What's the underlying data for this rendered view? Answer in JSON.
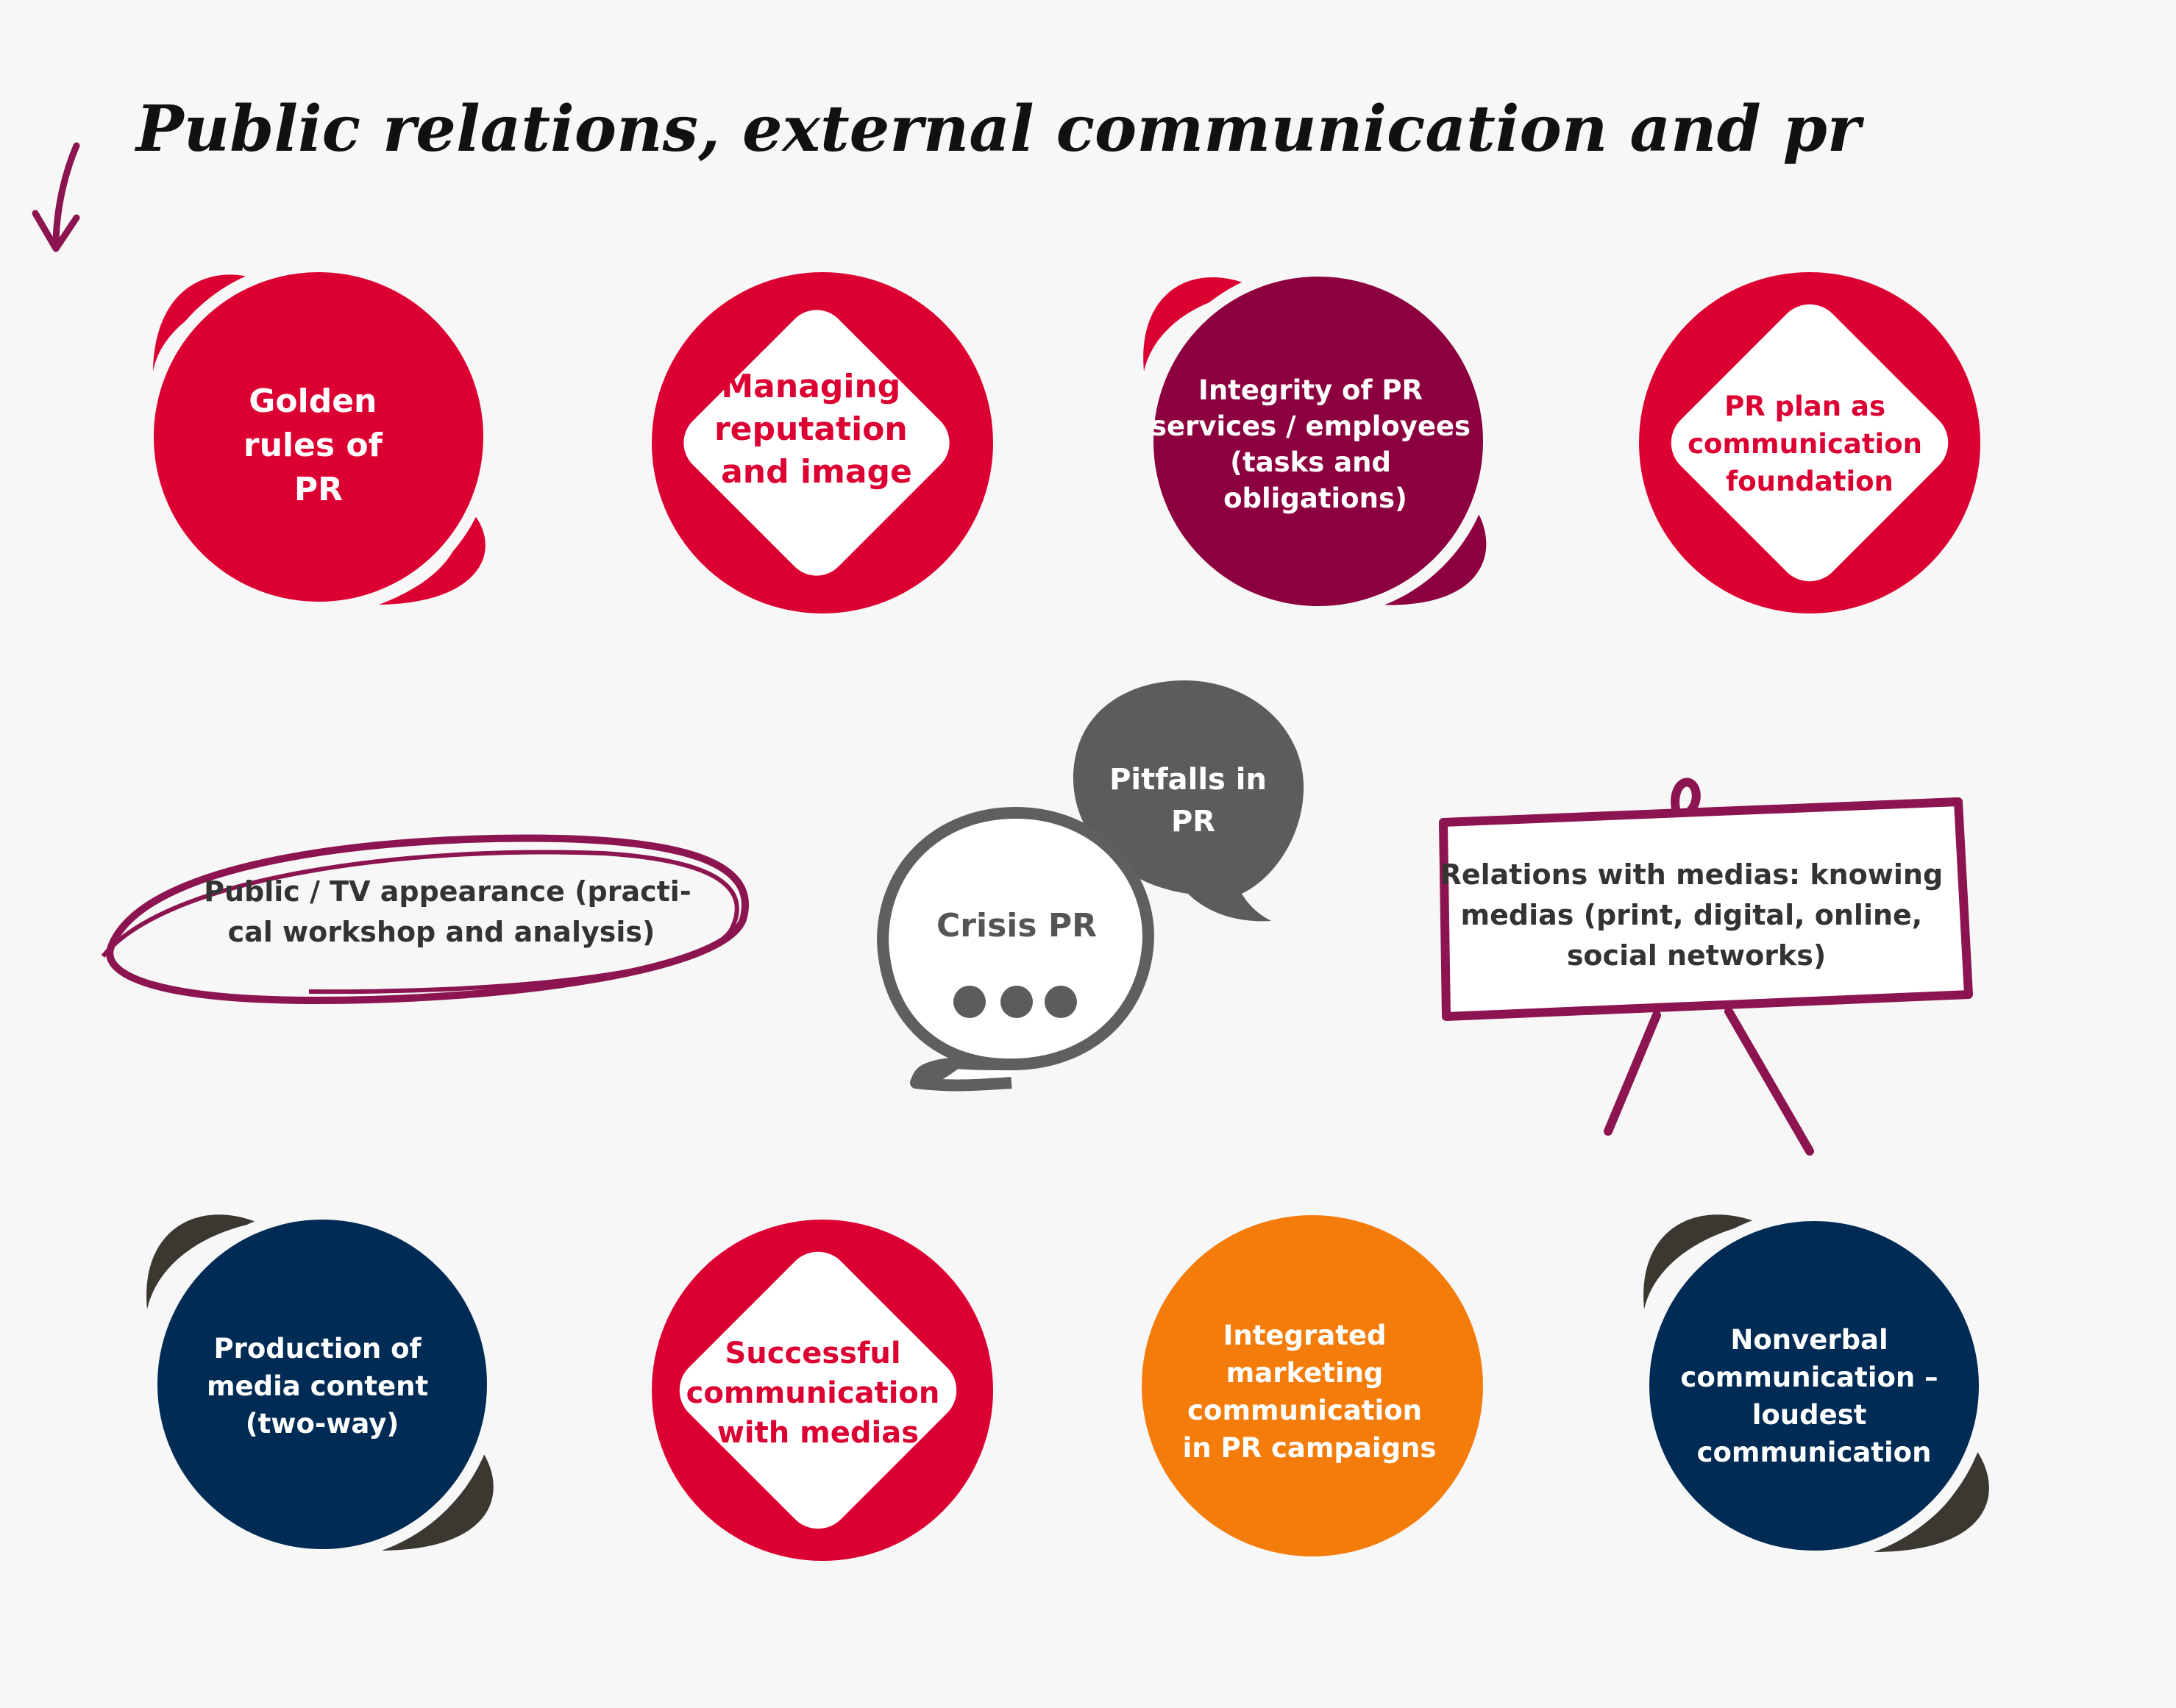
{
  "title": "Public relations, external communication and pr",
  "colors": {
    "red": "#dc0032",
    "wine": "#8c0040",
    "navy": "#002b55",
    "orange": "#f47c0a",
    "dark": "#3a3830",
    "grey": "#5c5c5c",
    "outline_grey": "#5f5f5f",
    "maroon_line": "#8c1450",
    "white": "#ffffff"
  },
  "topics": {
    "golden_rules": [
      "Golden",
      "rules of",
      "PR"
    ],
    "managing_reputation": [
      "Managing",
      "reputation",
      "and image"
    ],
    "integrity": [
      "Integrity of PR",
      "services / employees",
      "(tasks and",
      "obligations)"
    ],
    "pr_plan": [
      "PR plan as",
      "communication",
      "foundation"
    ],
    "public_tv": [
      "Public / TV appearance (practi-",
      "cal workshop and analysis)"
    ],
    "pitfalls": [
      "Pitfalls in",
      "PR"
    ],
    "crisis": [
      "Crisis PR"
    ],
    "relations_medias": [
      "Relations with medias: knowing",
      "medias (print, digital, online,",
      "social networks)"
    ],
    "production": [
      "Production of",
      "media content",
      "(two-way)"
    ],
    "successful": [
      "Successful",
      "communication",
      "with medias"
    ],
    "integrated": [
      "Integrated",
      "marketing",
      "communication",
      "in PR campaigns"
    ],
    "nonverbal": [
      "Nonverbal",
      "communication –",
      "loudest",
      "communication"
    ]
  }
}
